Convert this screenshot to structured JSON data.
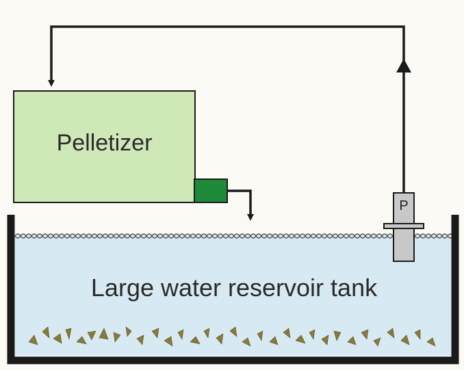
{
  "diagram": {
    "pelletizer_label": "Pelletizer",
    "pump_label": "P",
    "tank_label": "Large water reservoir tank"
  },
  "colors": {
    "pelletizer_fill": "#cfe8b8",
    "outlet_fill": "#1e8a3a",
    "water_fill": "#d7eaf3",
    "line": "#1a1a1a",
    "pump_fill": "#c8c8c8",
    "pellet_fill": "#8a7a3a"
  }
}
